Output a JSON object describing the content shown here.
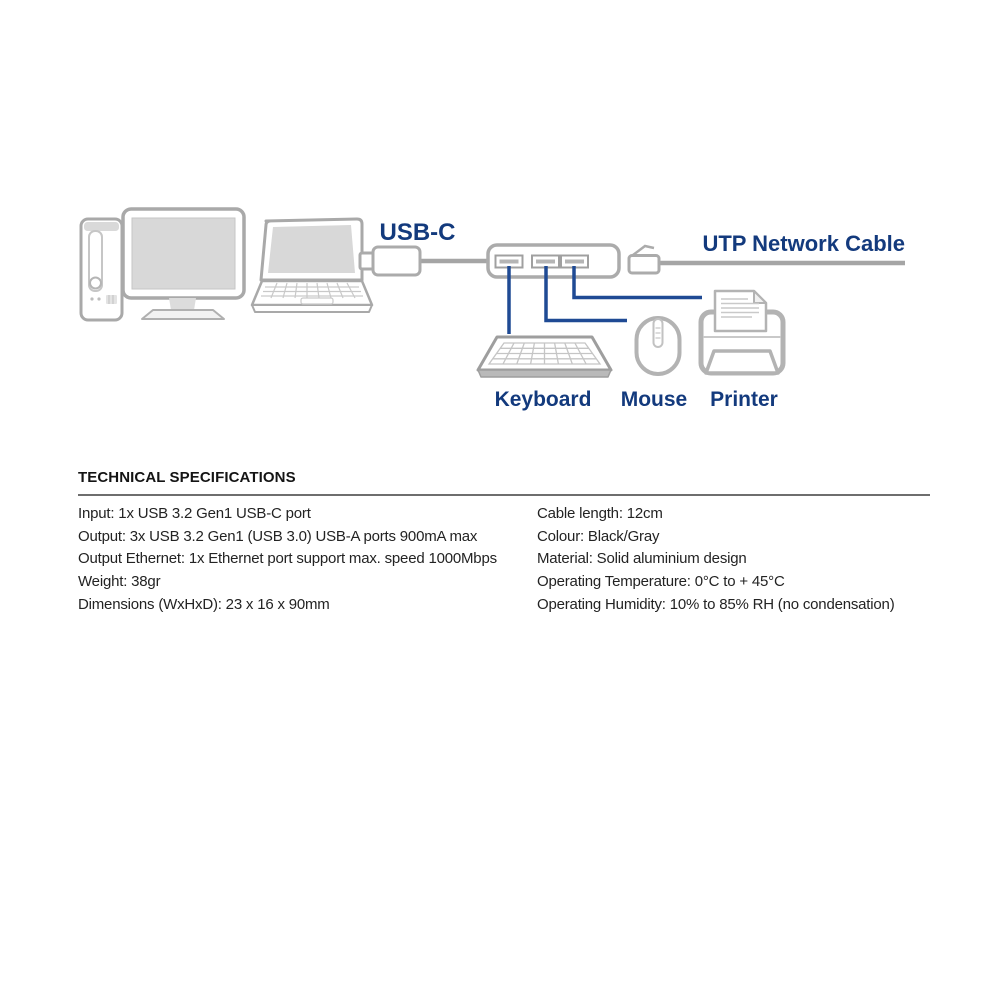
{
  "diagram": {
    "labels": {
      "usb_c": "USB-C",
      "utp_network_cable": "UTP Network Cable",
      "keyboard": "Keyboard",
      "mouse": "Mouse",
      "printer": "Printer"
    },
    "icons": [
      "desktop-pc-icon",
      "monitor-icon",
      "laptop-icon",
      "usb-c-plug-icon",
      "usb-hub-icon",
      "rj45-connector-icon",
      "keyboard-icon",
      "mouse-icon",
      "printer-icon"
    ]
  },
  "colors": {
    "label_navy": "#133a7d",
    "line_blue": "#1f4a94",
    "outline_gray": "#ababab",
    "screen_gray": "#d8d8d8",
    "rule_gray": "#6e6e6e",
    "text_dark": "#232323"
  },
  "specs": {
    "heading": "TECHNICAL SPECIFICATIONS",
    "left": [
      "Input: 1x USB 3.2 Gen1 USB-C port",
      "Output: 3x USB 3.2 Gen1 (USB 3.0) USB-A ports 900mA max",
      "Output Ethernet: 1x Ethernet port support max. speed 1000Mbps",
      "Weight: 38gr",
      "Dimensions (WxHxD): 23 x 16 x 90mm"
    ],
    "right": [
      "Cable length: 12cm",
      "Colour: Black/Gray",
      "Material: Solid aluminium design",
      "Operating Temperature: 0°C to + 45°C",
      "Operating Humidity: 10% to 85% RH (no condensation)"
    ]
  }
}
